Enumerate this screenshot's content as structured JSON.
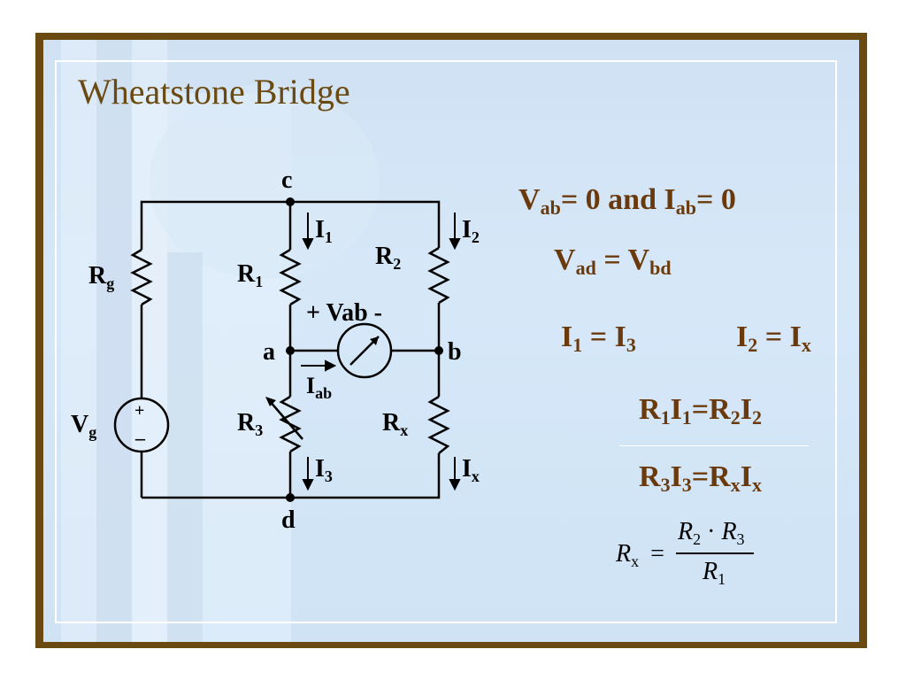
{
  "slide": {
    "title": "Wheatstone Bridge"
  },
  "circuit": {
    "node_c": "c",
    "node_a": "a",
    "node_b": "b",
    "node_d": "d",
    "rg": {
      "main": "R",
      "sub": "g"
    },
    "vg": {
      "main": "V",
      "sub": "g"
    },
    "r1": {
      "main": "R",
      "sub": "1"
    },
    "r2": {
      "main": "R",
      "sub": "2"
    },
    "r3": {
      "main": "R",
      "sub": "3"
    },
    "rx": {
      "main": "R",
      "sub": "x"
    },
    "i1": {
      "main": "I",
      "sub": "1"
    },
    "i2": {
      "main": "I",
      "sub": "2"
    },
    "i3": {
      "main": "I",
      "sub": "3"
    },
    "ix": {
      "main": "I",
      "sub": "x"
    },
    "iab": {
      "main": "I",
      "sub": "ab"
    },
    "vab_label": "+ Vab -",
    "plus": "+",
    "minus": "–"
  },
  "equations": {
    "line1": {
      "v": "V",
      "v_sub": "ab",
      "mid": "= 0 and I",
      "i_sub": "ab",
      "end": "= 0"
    },
    "line2": {
      "a": "V",
      "a_sub": "ad",
      "mid": " = V",
      "b_sub": "bd"
    },
    "line3a": {
      "a": "I",
      "a_sub": "1",
      "mid": " = I",
      "b_sub": "3"
    },
    "line3b": {
      "a": "I",
      "a_sub": "2",
      "mid": " = I",
      "b_sub": "x"
    },
    "line4": {
      "p1": "R",
      "s1": "1",
      "p2": "I",
      "s2": "1",
      "p3": "=R",
      "s3": "2",
      "p4": "I",
      "s4": "2"
    },
    "line5": {
      "p1": "R",
      "s1": "3",
      "p2": "I",
      "s2": "3",
      "p3": "=R",
      "s3": "x",
      "p4": "I",
      "s4": "x"
    },
    "formula": {
      "lhs": "R",
      "lhs_sub": "x",
      "eq": "=",
      "num1": "R",
      "num1_sub": "2",
      "dot": "·",
      "num2": "R",
      "num2_sub": "3",
      "den": "R",
      "den_sub": "1"
    }
  },
  "colors": {
    "frame": "#6b4a12",
    "title": "#6b4a12",
    "equation_text": "#6b3a0c",
    "wire": "#000000"
  }
}
